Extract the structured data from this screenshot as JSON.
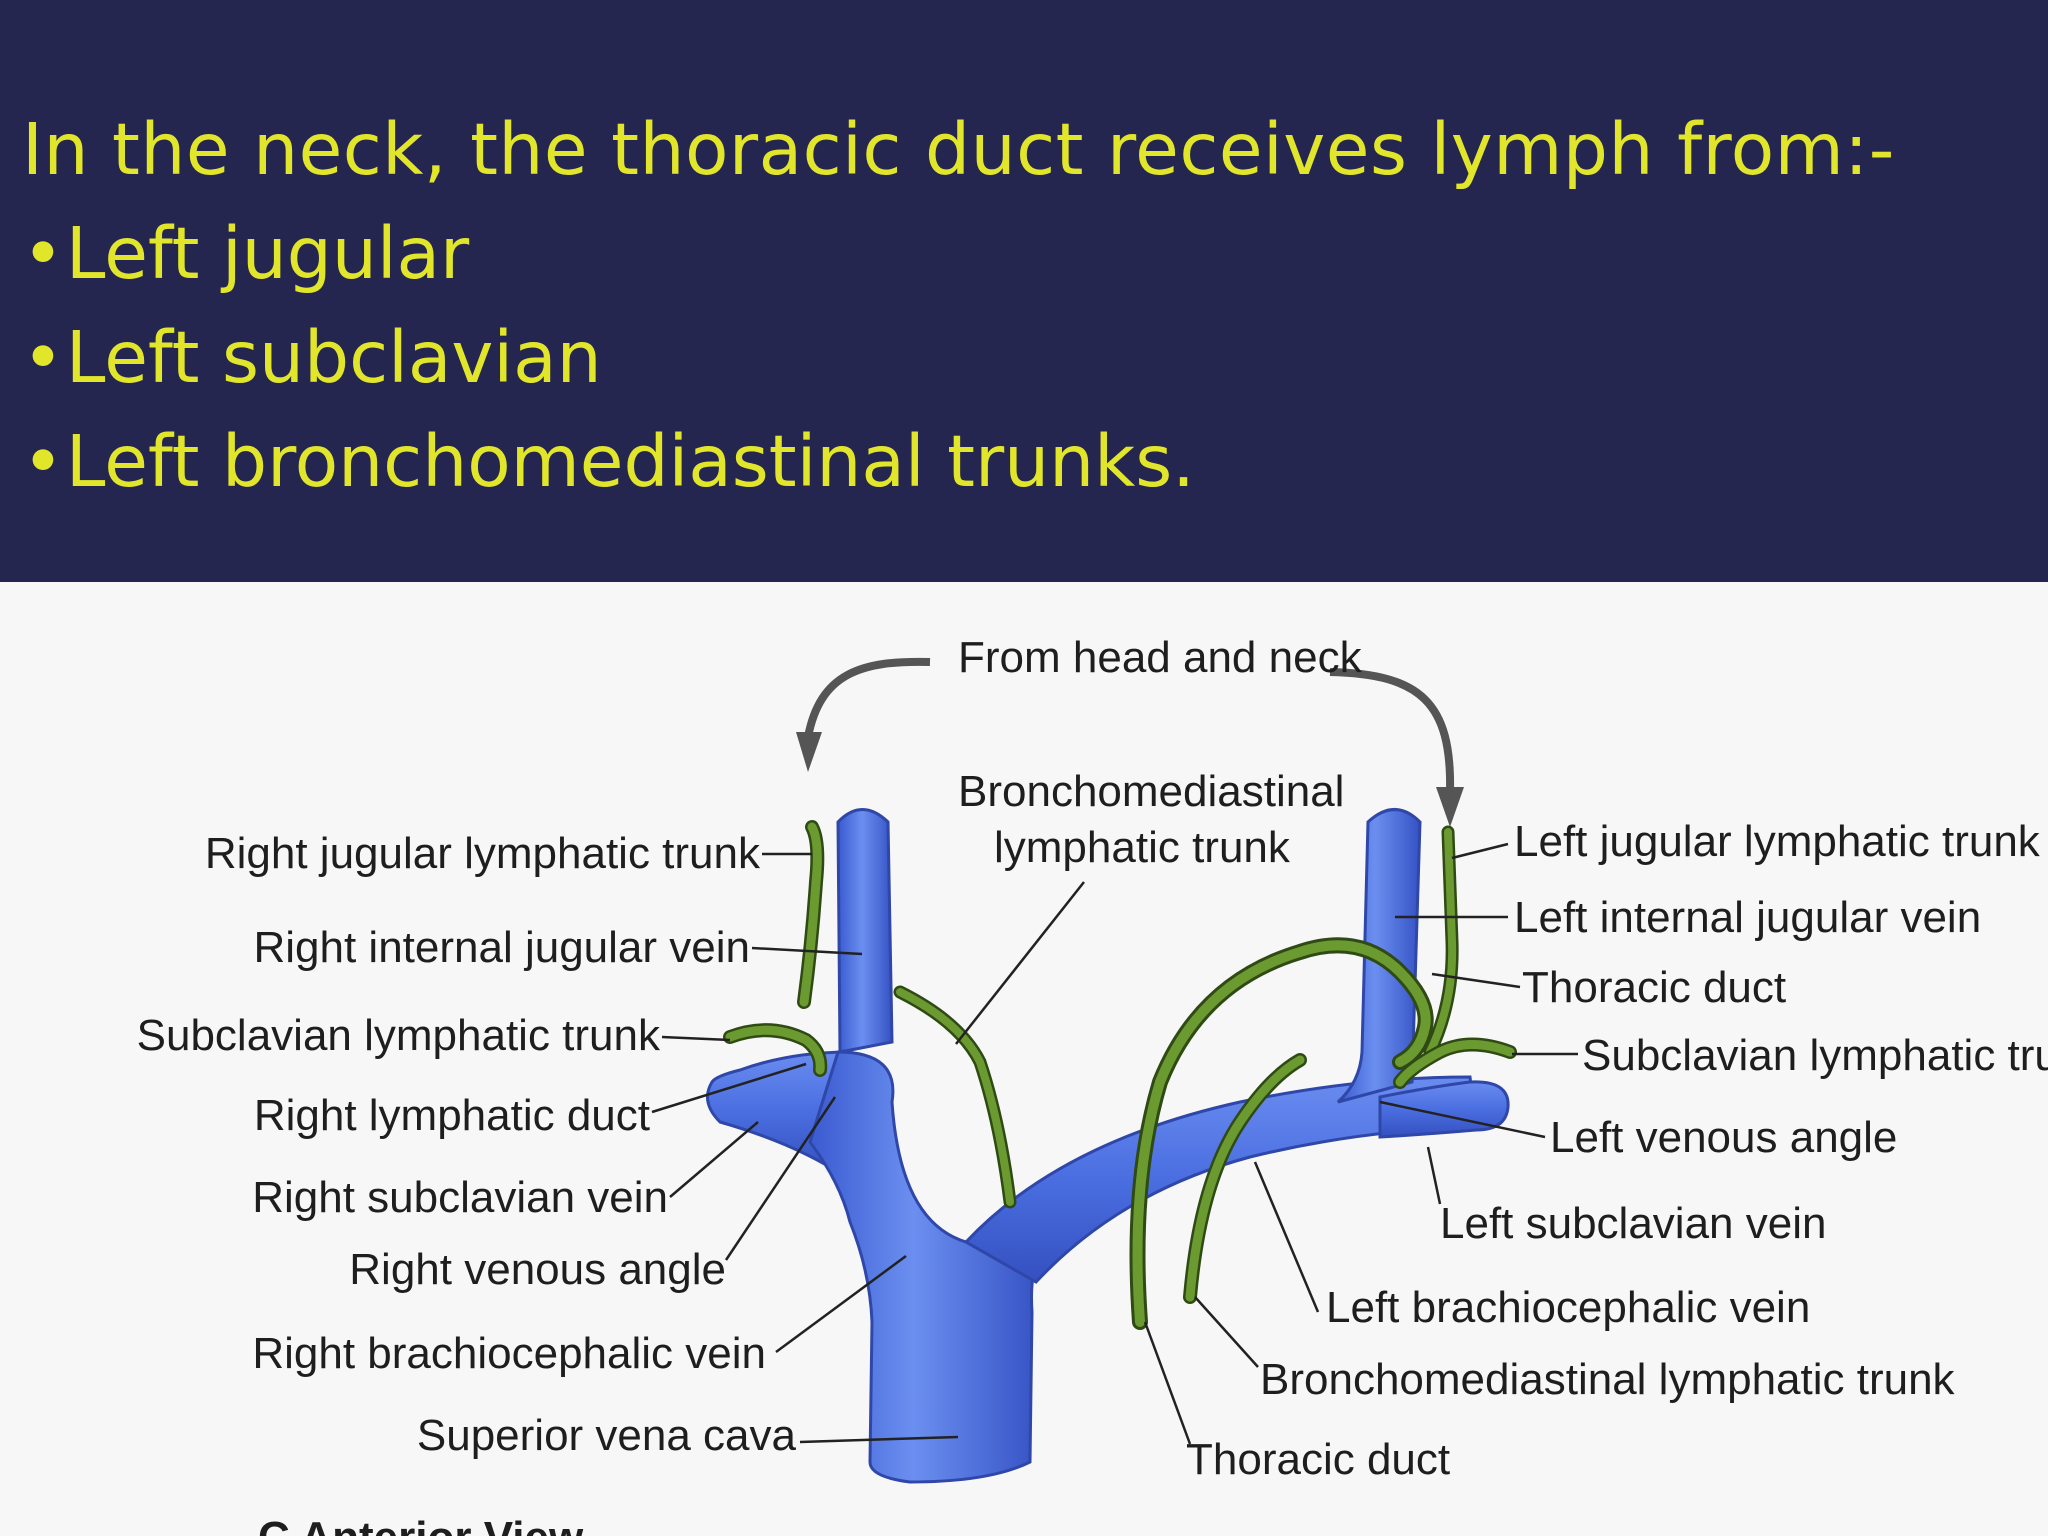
{
  "slide": {
    "title": "In the neck, the thoracic duct receives lymph from:-",
    "bullet_char": "•",
    "bullets": [
      "Left jugular",
      "Left subclavian",
      "Left bronchomediastinal trunks."
    ]
  },
  "figure": {
    "labels": {
      "from_head_neck": "From head and neck",
      "broncho_top_1": "Bronchomediastinal",
      "broncho_top_2": "lymphatic trunk",
      "right_jugular_trunk": "Right jugular lymphatic trunk",
      "right_internal_jugular": "Right internal jugular vein",
      "subclavian_trunk_right": "Subclavian lymphatic trunk",
      "right_lymphatic_duct": "Right lymphatic duct",
      "right_subclavian_vein": "Right subclavian vein",
      "right_venous_angle": "Right venous angle",
      "right_brachiocephalic": "Right brachiocephalic vein",
      "superior_vena_cava": "Superior vena cava",
      "left_jugular_trunk": "Left jugular lymphatic trunk",
      "left_internal_jugular": "Left internal jugular vein",
      "thoracic_duct_upper": "Thoracic duct",
      "subclavian_trunk_left": "Subclavian lymphatic trunk",
      "left_venous_angle": "Left venous angle",
      "left_subclavian_vein": "Left subclavian vein",
      "left_brachiocephalic": "Left brachiocephalic vein",
      "broncho_bottom": "Bronchomediastinal lymphatic trunk",
      "thoracic_duct_lower": "Thoracic duct",
      "view_caption": "C  Anterior View"
    },
    "colors": {
      "background": "#242650",
      "title_text": "#e2e62a",
      "vein": "#4a6ee0",
      "vein_dark": "#3550b8",
      "lymph": "#5a8a2a",
      "lymph_dark": "#2f4a14",
      "paper": "#f7f7f7"
    }
  }
}
